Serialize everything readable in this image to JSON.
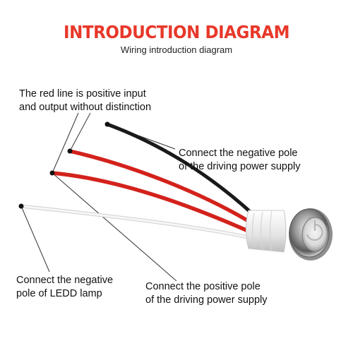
{
  "title": "INTRODUCTION DIAGRAM",
  "subtitle": "Wiring introduction diagram",
  "labels": {
    "red_line_1": "The red line is positive input",
    "red_line_2": "and output without distinction",
    "negative_drive_1": "Connect the negative pole",
    "negative_drive_2": "of the driving power supply",
    "led_negative_1": "Connect the negative",
    "led_negative_2": "pole of LEDD lamp",
    "positive_drive_1": "Connect the positive pole",
    "positive_drive_2": "of the driving power supply"
  },
  "colors": {
    "title": "#e8382a",
    "red_wire": "#d3221c",
    "black_wire": "#1a1a1a",
    "white_wire": "#eeeeee",
    "leader_line": "#333333"
  }
}
